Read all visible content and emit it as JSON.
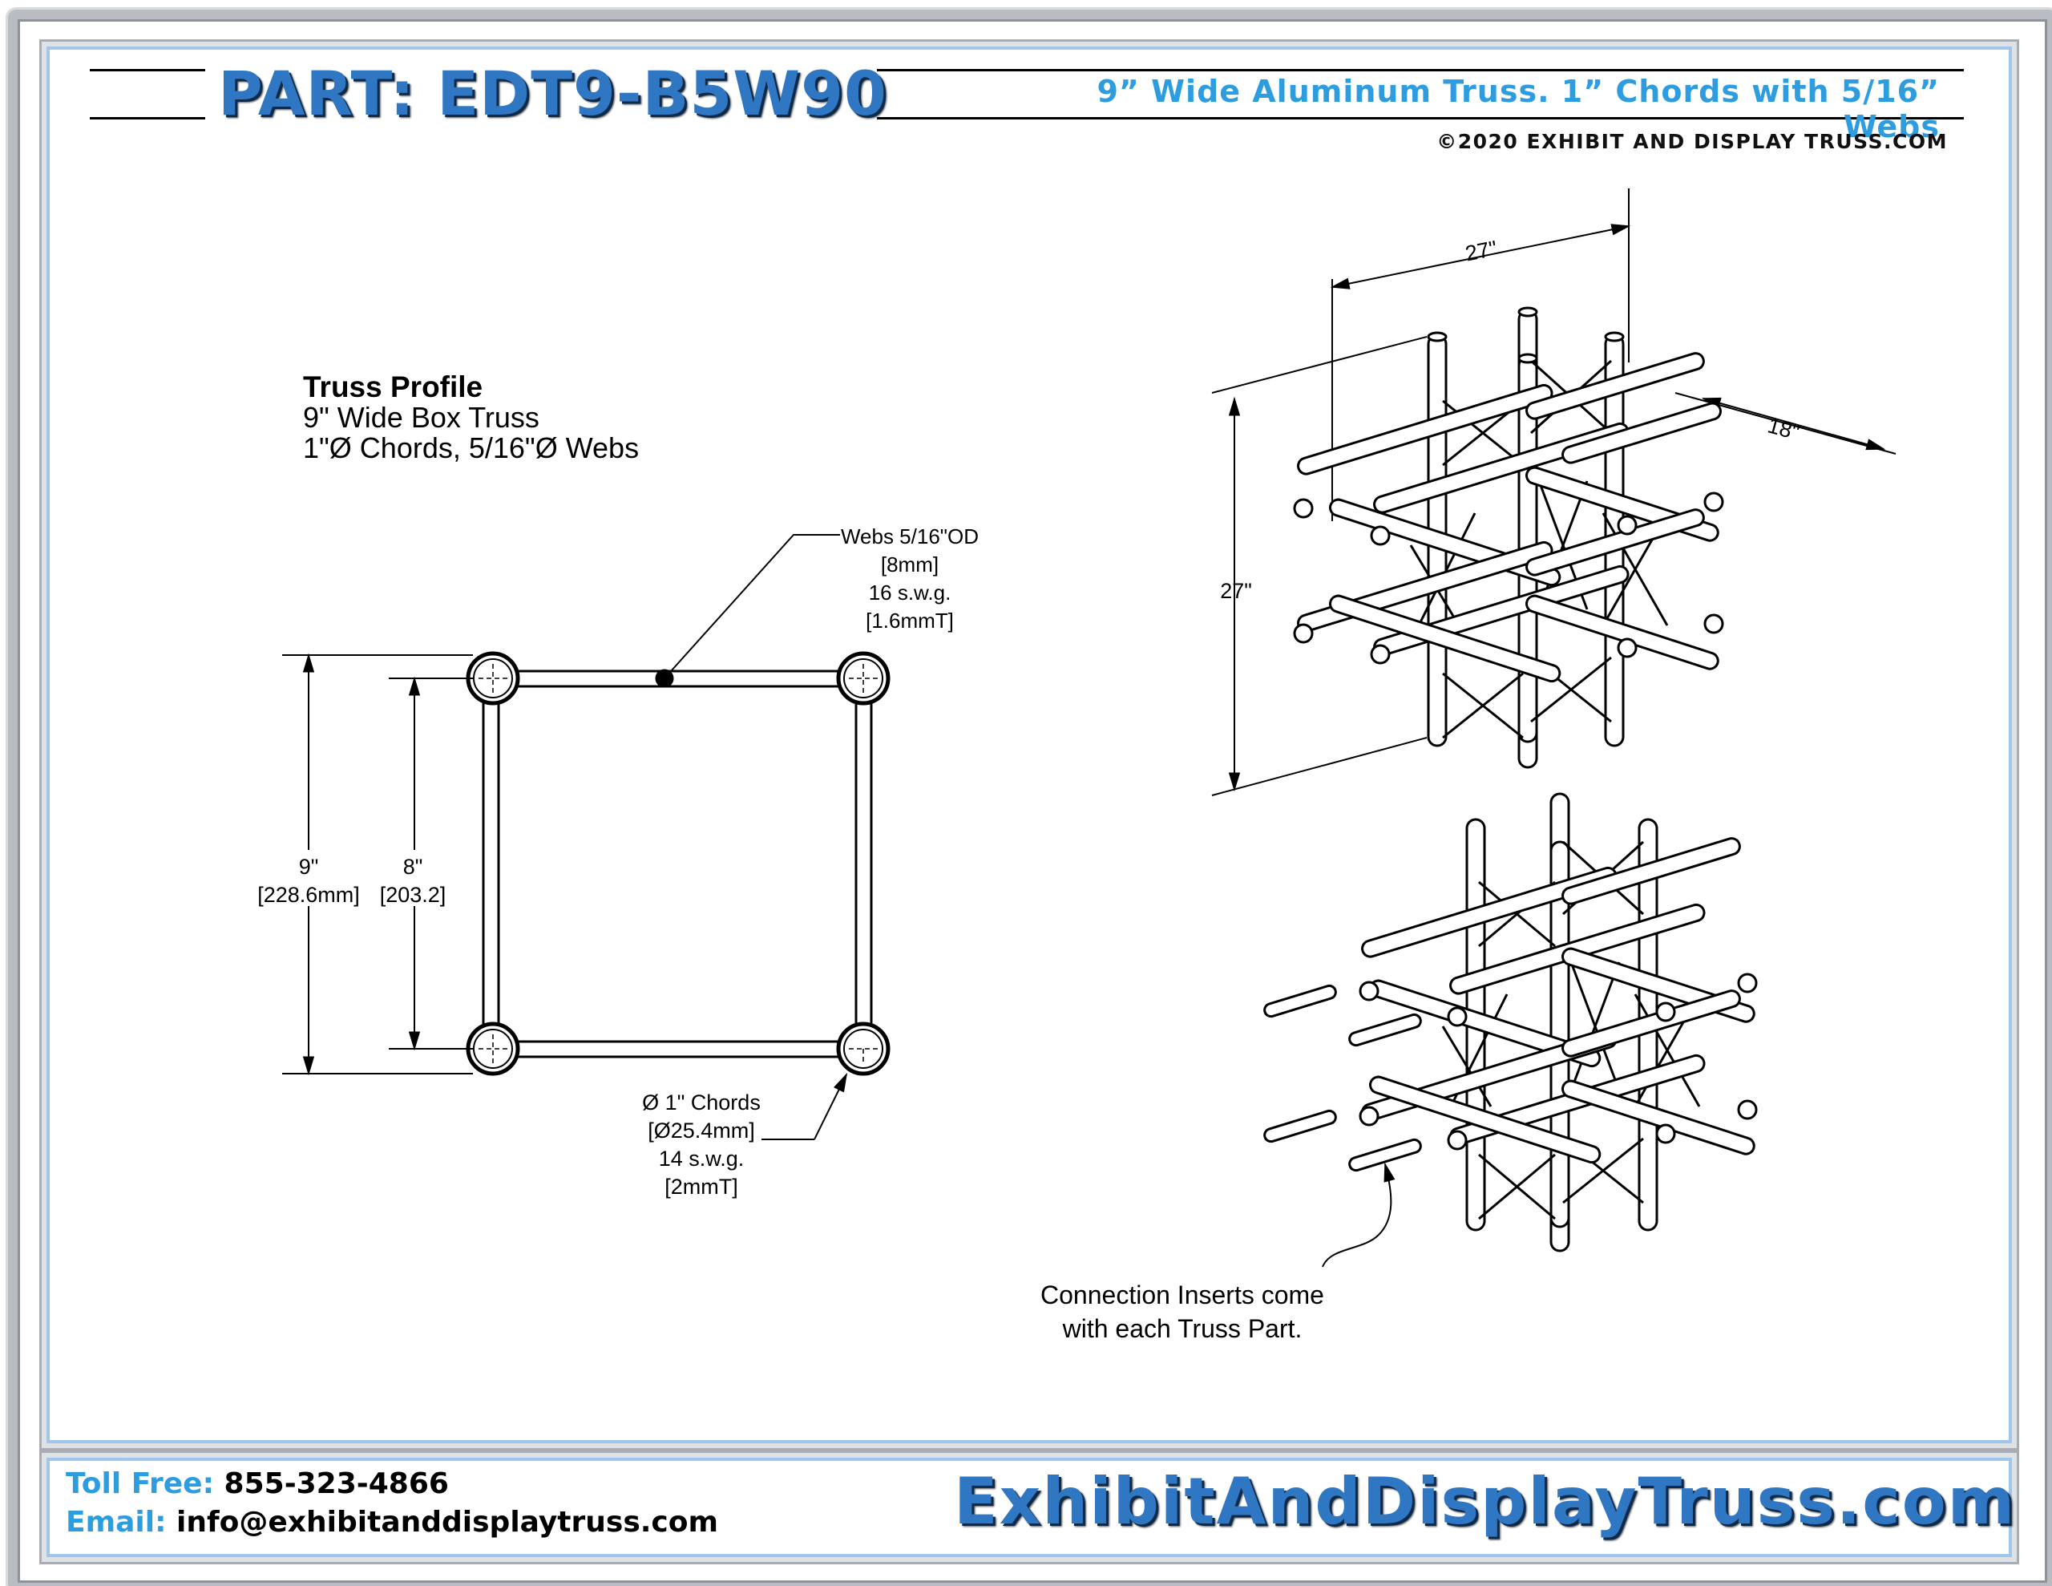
{
  "header": {
    "part_title": "PART: EDT9-B5W90",
    "subtitle": "9” Wide Aluminum Truss. 1” Chords with 5/16” Webs",
    "copyright": "©2020 EXHIBIT AND DISPLAY TRUSS.COM"
  },
  "profile": {
    "title": "Truss Profile",
    "line1": "9\" Wide Box Truss",
    "line2": "1\"Ø Chords, 5/16\"Ø Webs"
  },
  "webs_note": [
    "Webs 5/16\"OD",
    "[8mm]",
    "16 s.w.g.",
    "[1.6mmT]"
  ],
  "chords_note": [
    "Ø  1\" Chords",
    "[Ø25.4mm]",
    "14 s.w.g.",
    "[2mmT]"
  ],
  "dims": {
    "outer": [
      "9\"",
      "[228.6mm]"
    ],
    "inner": [
      "8\"",
      "[203.2]"
    ],
    "iso_width": "27\"",
    "iso_depth": "18\"",
    "iso_height": "27\""
  },
  "caption": [
    "Connection Inserts come",
    "with each Truss Part."
  ],
  "footer": {
    "toll_free_label": "Toll Free:",
    "toll_free_value": "855-323-4866",
    "email_label": "Email:",
    "email_value": "info@exhibitanddisplaytruss.com",
    "website": "ExhibitAndDisplayTruss.com"
  },
  "colors": {
    "brand_blue": "#2f77c2",
    "accent_blue": "#2e9de0",
    "frame_blue": "#9fc7ee"
  }
}
